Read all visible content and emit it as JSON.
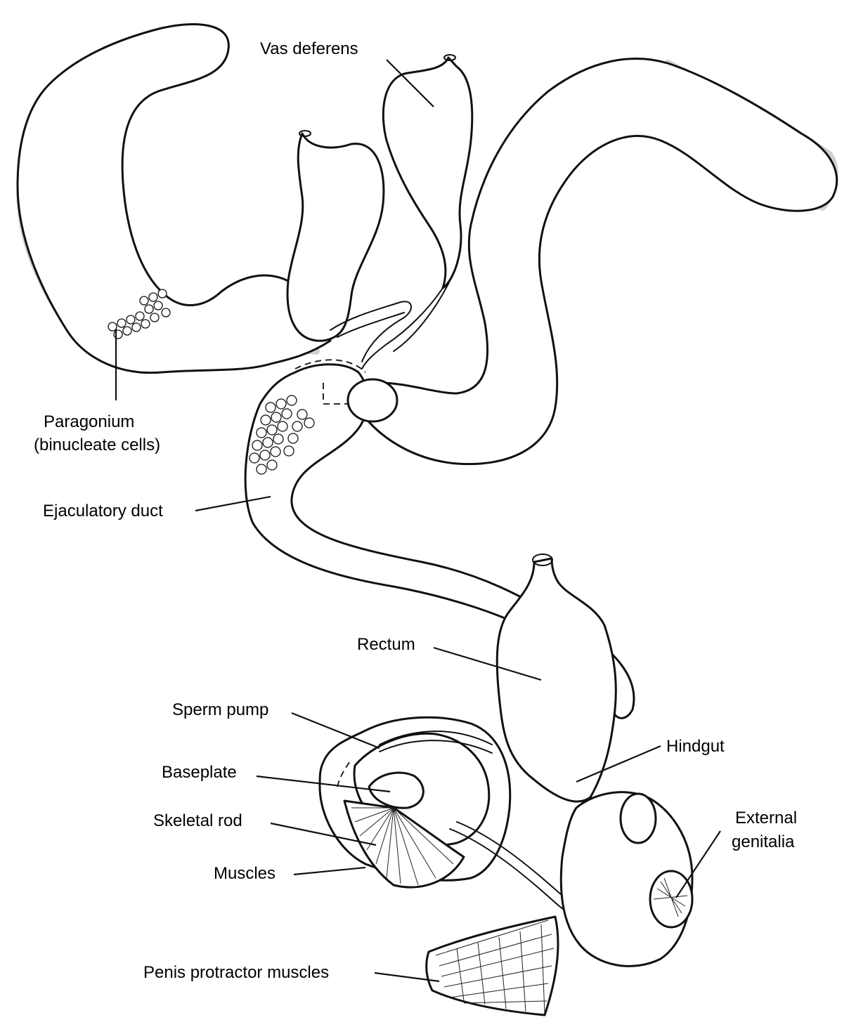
{
  "labels": {
    "vas_deferens": "Vas deferens",
    "paragonium_line1": "Paragonium",
    "paragonium_line2": "(binucleate cells)",
    "ejaculatory_duct": "Ejaculatory duct",
    "rectum": "Rectum",
    "sperm_pump": "Sperm pump",
    "hindgut": "Hindgut",
    "baseplate": "Baseplate",
    "skeletal_rod": "Skeletal rod",
    "external_genitalia_line1": "External",
    "external_genitalia_line2": "genitalia",
    "muscles": "Muscles",
    "penis_protractor_muscles": "Penis protractor muscles"
  },
  "colors": {
    "ink": "#111111",
    "background": "#ffffff"
  }
}
